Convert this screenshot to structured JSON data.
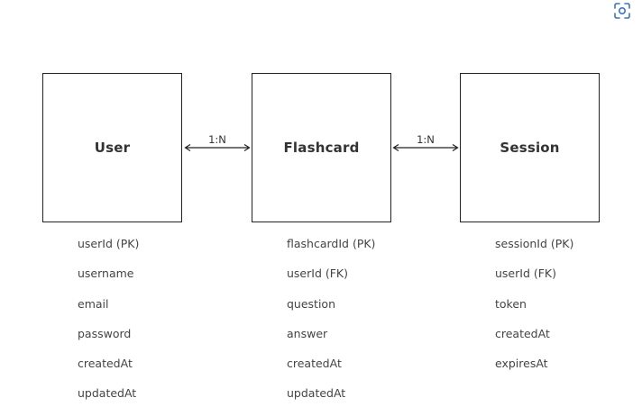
{
  "diagram": {
    "entities": [
      {
        "id": "user",
        "title": "User",
        "fields": [
          "userId (PK)",
          "username",
          "email",
          "password",
          "createdAt",
          "updatedAt"
        ]
      },
      {
        "id": "flashcard",
        "title": "Flashcard",
        "fields": [
          "flashcardId (PK)",
          "userId (FK)",
          "question",
          "answer",
          "createdAt",
          "updatedAt"
        ]
      },
      {
        "id": "session",
        "title": "Session",
        "fields": [
          "sessionId (PK)",
          "userId (FK)",
          "token",
          "createdAt",
          "expiresAt"
        ]
      }
    ],
    "relationships": [
      {
        "from": "user",
        "to": "flashcard",
        "label": "1:N"
      },
      {
        "from": "flashcard",
        "to": "session",
        "label": "1:N"
      }
    ]
  },
  "toolbar": {
    "lens_icon": "visual-search-icon",
    "accent_color": "#3b74c4"
  }
}
